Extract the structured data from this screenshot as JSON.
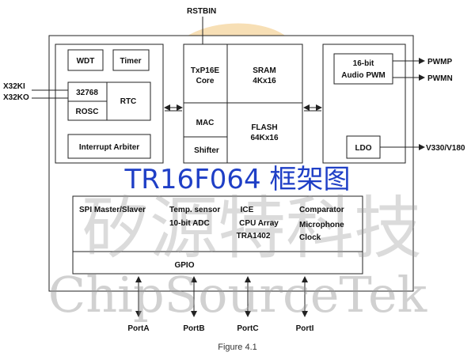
{
  "top_pin": "RSTBIN",
  "left_pins": [
    "X32KI",
    "X32KO"
  ],
  "right_pins": [
    "PWMP",
    "PWMN",
    "V330/V180"
  ],
  "bottom_ports": [
    "PortA",
    "PortB",
    "PortC",
    "PortI"
  ],
  "left_block": {
    "wdt": "WDT",
    "timer": "Timer",
    "osc_32768": "32768",
    "rosc": "ROSC",
    "rtc": "RTC",
    "interrupt_arbiter": "Interrupt Arbiter"
  },
  "center_block": {
    "core_line1": "TxP16E",
    "core_line2": "Core",
    "sram_line1": "SRAM",
    "sram_line2": "4Kx16",
    "mac": "MAC",
    "shifter": "Shifter",
    "flash_line1": "FLASH",
    "flash_line2": "64Kx16"
  },
  "right_block": {
    "pwm_line1": "16-bit",
    "pwm_line2": "Audio PWM",
    "ldo": "LDO"
  },
  "title_overlay": "TR16F064 框架图",
  "peripherals": {
    "spi": "SPI Master/Slaver",
    "temp": "Temp. sensor",
    "adc": "10-bit ADC",
    "ice": "ICE",
    "cpu_array": "CPU Array",
    "tra": "TRA1402",
    "comparator": "Comparator",
    "microphone": "Microphone",
    "clock": "Clock"
  },
  "gpio": "GPIO",
  "watermark_cn": "矽源特科技",
  "watermark_en": "ChipSourceTek",
  "caption": "Figure 4.1",
  "colors": {
    "title_overlay": "#1f3fc6",
    "logo_watermark": "#f2c57a",
    "text_watermark": "#9a9a9a"
  }
}
